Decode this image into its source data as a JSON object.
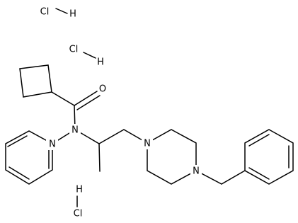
{
  "molecule": {
    "atoms": {
      "carbonyl_oxygen": "O",
      "amide_nitrogen": "N",
      "pyridine_nitrogen": "N",
      "piperazine_n1": "N",
      "piperazine_n4": "N"
    },
    "salts": [
      {
        "cl": "Cl",
        "h": "H"
      },
      {
        "cl": "Cl",
        "h": "H"
      },
      {
        "cl": "Cl",
        "h": "H"
      }
    ]
  }
}
